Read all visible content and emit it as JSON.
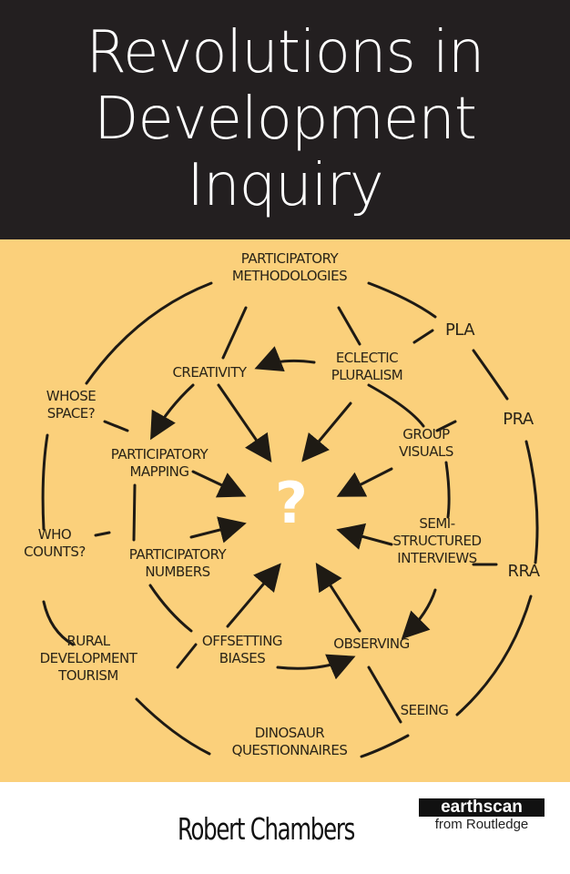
{
  "cover": {
    "title_lines": [
      "Revolutions in",
      "Development",
      "Inquiry"
    ],
    "author": "Robert Chambers",
    "publisher": {
      "brand": "earthscan",
      "sub": "from Routledge"
    },
    "colors": {
      "title_band": "#231f20",
      "diagram_bg": "#fbd07b",
      "footer_bg": "#ffffff"
    }
  },
  "diagram": {
    "center": "?",
    "nodes": {
      "participatory_methodologies": "PARTICIPATORY\nMETHODOLOGIES",
      "pla": "PLA",
      "pra": "PRA",
      "rra": "RRA",
      "creativity": "CREATIVITY",
      "eclectic_pluralism": "ECLECTIC\nPLURALISM",
      "whose_space": "WHOSE\nSPACE?",
      "participatory_mapping": "PARTICIPATORY\nMAPPING",
      "group_visuals": "GROUP\nVISUALS",
      "who_counts": "WHO\nCOUNTS?",
      "participatory_numbers": "PARTICIPATORY\nNUMBERS",
      "semi_structured_interviews": "SEMI-\nSTRUCTURED\nINTERVIEWS",
      "rural_development_tourism": "RURAL\nDEVELOPMENT\nTOURISM",
      "offsetting_biases": "OFFSETTING\nBIASES",
      "observing": "OBSERVING",
      "seeing": "SEEING",
      "dinosaur_questionnaires": "DINOSAUR\nQUESTIONNAIRES"
    }
  }
}
